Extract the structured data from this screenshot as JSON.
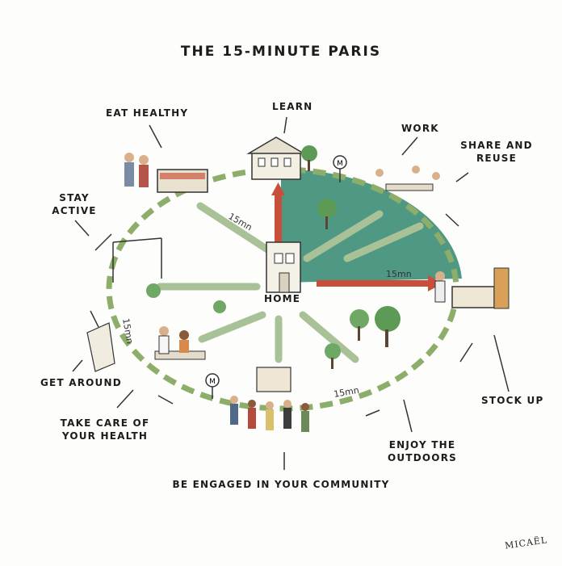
{
  "title": "THE 15-MINUTE PARIS",
  "center_label": "HOME",
  "categories": {
    "learn": "LEARN",
    "work": "WORK",
    "share_reuse_line1": "SHARE AND",
    "share_reuse_line2": "REUSE",
    "eat_healthy": "EAT HEALTHY",
    "stay_active_line1": "STAY",
    "stay_active_line2": "ACTIVE",
    "get_around": "GET AROUND",
    "health_line1": "TAKE CARE OF",
    "health_line2": "YOUR HEALTH",
    "community": "BE ENGAGED IN YOUR COMMUNITY",
    "outdoors_line1": "ENJOY THE",
    "outdoors_line2": "OUTDOORS",
    "stock_up": "STOCK UP"
  },
  "distance_labels": {
    "top_left": "15mn",
    "right": "15mn",
    "left": "15mn",
    "bottom": "15mn"
  },
  "metro_symbol": "M",
  "signature": "MICAËL",
  "colors": {
    "green_sector": "#3f8f7a",
    "arrow_red": "#c8503b",
    "dashed_ring": "#8cae6a",
    "road": "#9fb98d"
  }
}
